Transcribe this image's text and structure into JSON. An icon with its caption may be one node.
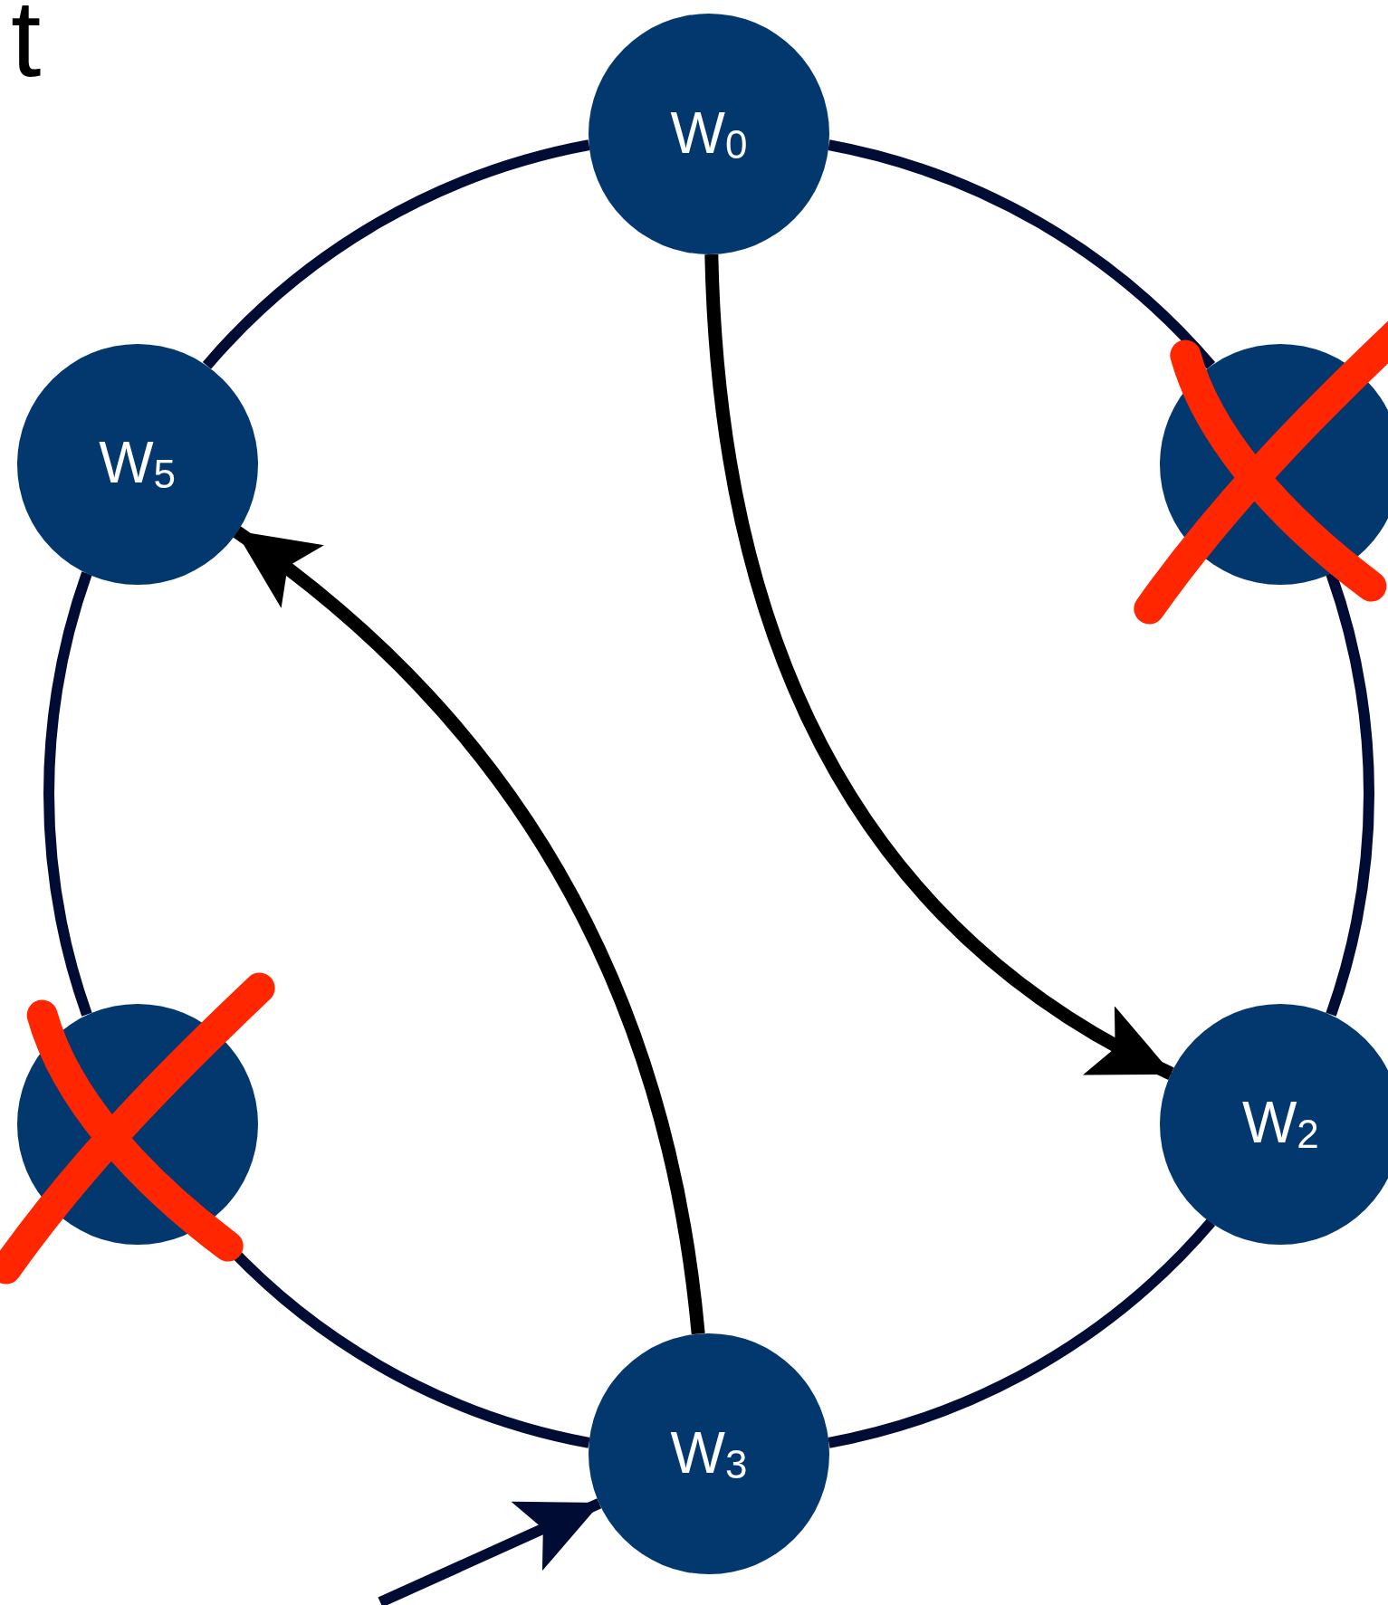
{
  "diagram": {
    "nodes": [
      {
        "text": [
          "W$_{0}$"
        ]
      },
      {
        "text": [
          "W$_{5}$"
        ]
      },
      {
        "text": [],
        "shape": "circle"
      },
      {
        "text": [],
        "shape": "circle"
      },
      {
        "text": [
          "W$_{2}$"
        ]
      },
      {
        "text": [
          "W$_{3}$"
        ]
      }
    ],
    "edges": [
      {
        "from": 0,
        "to": 2,
        "arrow": "none"
      },
      {
        "from": 2,
        "to": 4,
        "arrow": "none"
      },
      {
        "from": 4,
        "to": 5,
        "arrow": "none"
      },
      {
        "from": 5,
        "to": 3,
        "arrow": "none"
      },
      {
        "from": 3,
        "to": 1,
        "arrow": "none"
      },
      {
        "from": 1,
        "to": 0,
        "arrow": "none"
      },
      {
        "from": 0,
        "to": 4,
        "arrow": "to",
        "color": "#000000"
      },
      {
        "from": 5,
        "to": 1,
        "arrow": "to",
        "color": "#000000"
      },
      {
        "from": null,
        "to": 5,
        "arrow": "to"
      }
    ],
    "labels": [
      "t"
    ]
  }
}
